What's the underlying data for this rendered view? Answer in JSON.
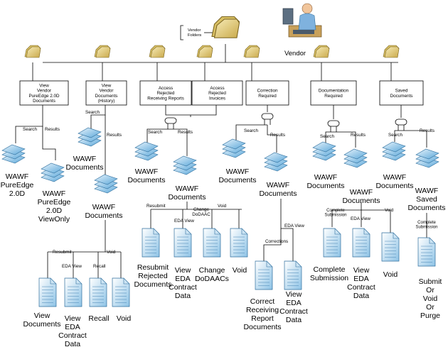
{
  "vendor": {
    "label": "Vendor",
    "folders_label": [
      "Vendor",
      "Folders"
    ]
  },
  "columns": [
    {
      "box": [
        "View",
        "Vendor",
        "PureEdge 2.0D",
        "Documents"
      ],
      "search": "Search",
      "results": "Results",
      "search_target": [
        "WAWF",
        "PureEdge",
        "2.0D"
      ],
      "results_target": [
        "WAWF",
        "PureEdge",
        "2.0D",
        "ViewOnly"
      ]
    },
    {
      "box": [
        "View",
        "Vendor",
        "Documents",
        "(History)"
      ],
      "search": "Search",
      "results": "Results",
      "search_target": [
        "WAWF",
        "Documents"
      ],
      "results_target": [
        "WAWF",
        "Documents"
      ],
      "actions": [
        {
          "edge": "Resubmit",
          "label": [
            "View",
            "Documents"
          ]
        },
        {
          "edge": "EDA View",
          "label": [
            "View",
            "EDA",
            "Contract",
            "Data"
          ]
        },
        {
          "edge": "Recall",
          "label": [
            "Recall"
          ]
        },
        {
          "edge": "Void",
          "label": [
            "Void"
          ]
        }
      ]
    },
    {
      "box": [
        "Access",
        "Rejected",
        "Receiving Reports"
      ]
    },
    {
      "box": [
        "Access",
        "Rejected",
        "Invoices"
      ]
    },
    {
      "box": [
        "Correction",
        "Required"
      ],
      "search": "Search",
      "results": "Results",
      "search_target": [
        "WAWF",
        "Documents"
      ],
      "results_target": [
        "WAWF",
        "Documents"
      ],
      "actions": [
        {
          "edge": "Corrections",
          "label": [
            "Correct",
            "Receiving",
            "Report",
            "Documents"
          ]
        },
        {
          "edge": "EDA View",
          "label": [
            "View",
            "EDA",
            "Contract",
            "Data"
          ]
        }
      ]
    },
    {
      "box": [
        "Documentation",
        "Required"
      ],
      "search": "Search",
      "results": "Results",
      "search_target": [
        "WAWF",
        "Documents"
      ],
      "results_target": [
        "WAWF",
        "Documents"
      ],
      "actions": [
        {
          "edge": "Complete Submission",
          "label": [
            "Complete",
            "Submission"
          ]
        },
        {
          "edge": "EDA View",
          "label": [
            "View",
            "EDA",
            "Contract",
            "Data"
          ]
        },
        {
          "edge": "Void",
          "label": [
            "Void"
          ]
        }
      ]
    },
    {
      "box": [
        "Saved",
        "Documents"
      ],
      "search": "Search",
      "results": "Results",
      "search_target": [
        "WAWF",
        "Documents"
      ],
      "results_target": [
        "WAWF",
        "Saved",
        "Documents"
      ],
      "actions": [
        {
          "edge": "Complete Submission",
          "label": [
            "Submit",
            "Or",
            "Void",
            "Or",
            "Purge"
          ]
        }
      ]
    }
  ],
  "rejected": {
    "search": "Search",
    "results": "Results",
    "search_target": [
      "WAWF",
      "Documents"
    ],
    "results_target": [
      "WAWF",
      "Documents"
    ],
    "actions": [
      {
        "edge": "Resubmit",
        "label": [
          "Resubmit",
          "Rejected",
          "Documents"
        ]
      },
      {
        "edge": "EDA View",
        "label": [
          "View",
          "EDA",
          "Contract",
          "Data"
        ]
      },
      {
        "edge": "Change DoDAAC",
        "label": [
          "Change",
          "DoDAACs"
        ]
      },
      {
        "edge": "Void",
        "label": [
          "Void"
        ]
      }
    ]
  }
}
